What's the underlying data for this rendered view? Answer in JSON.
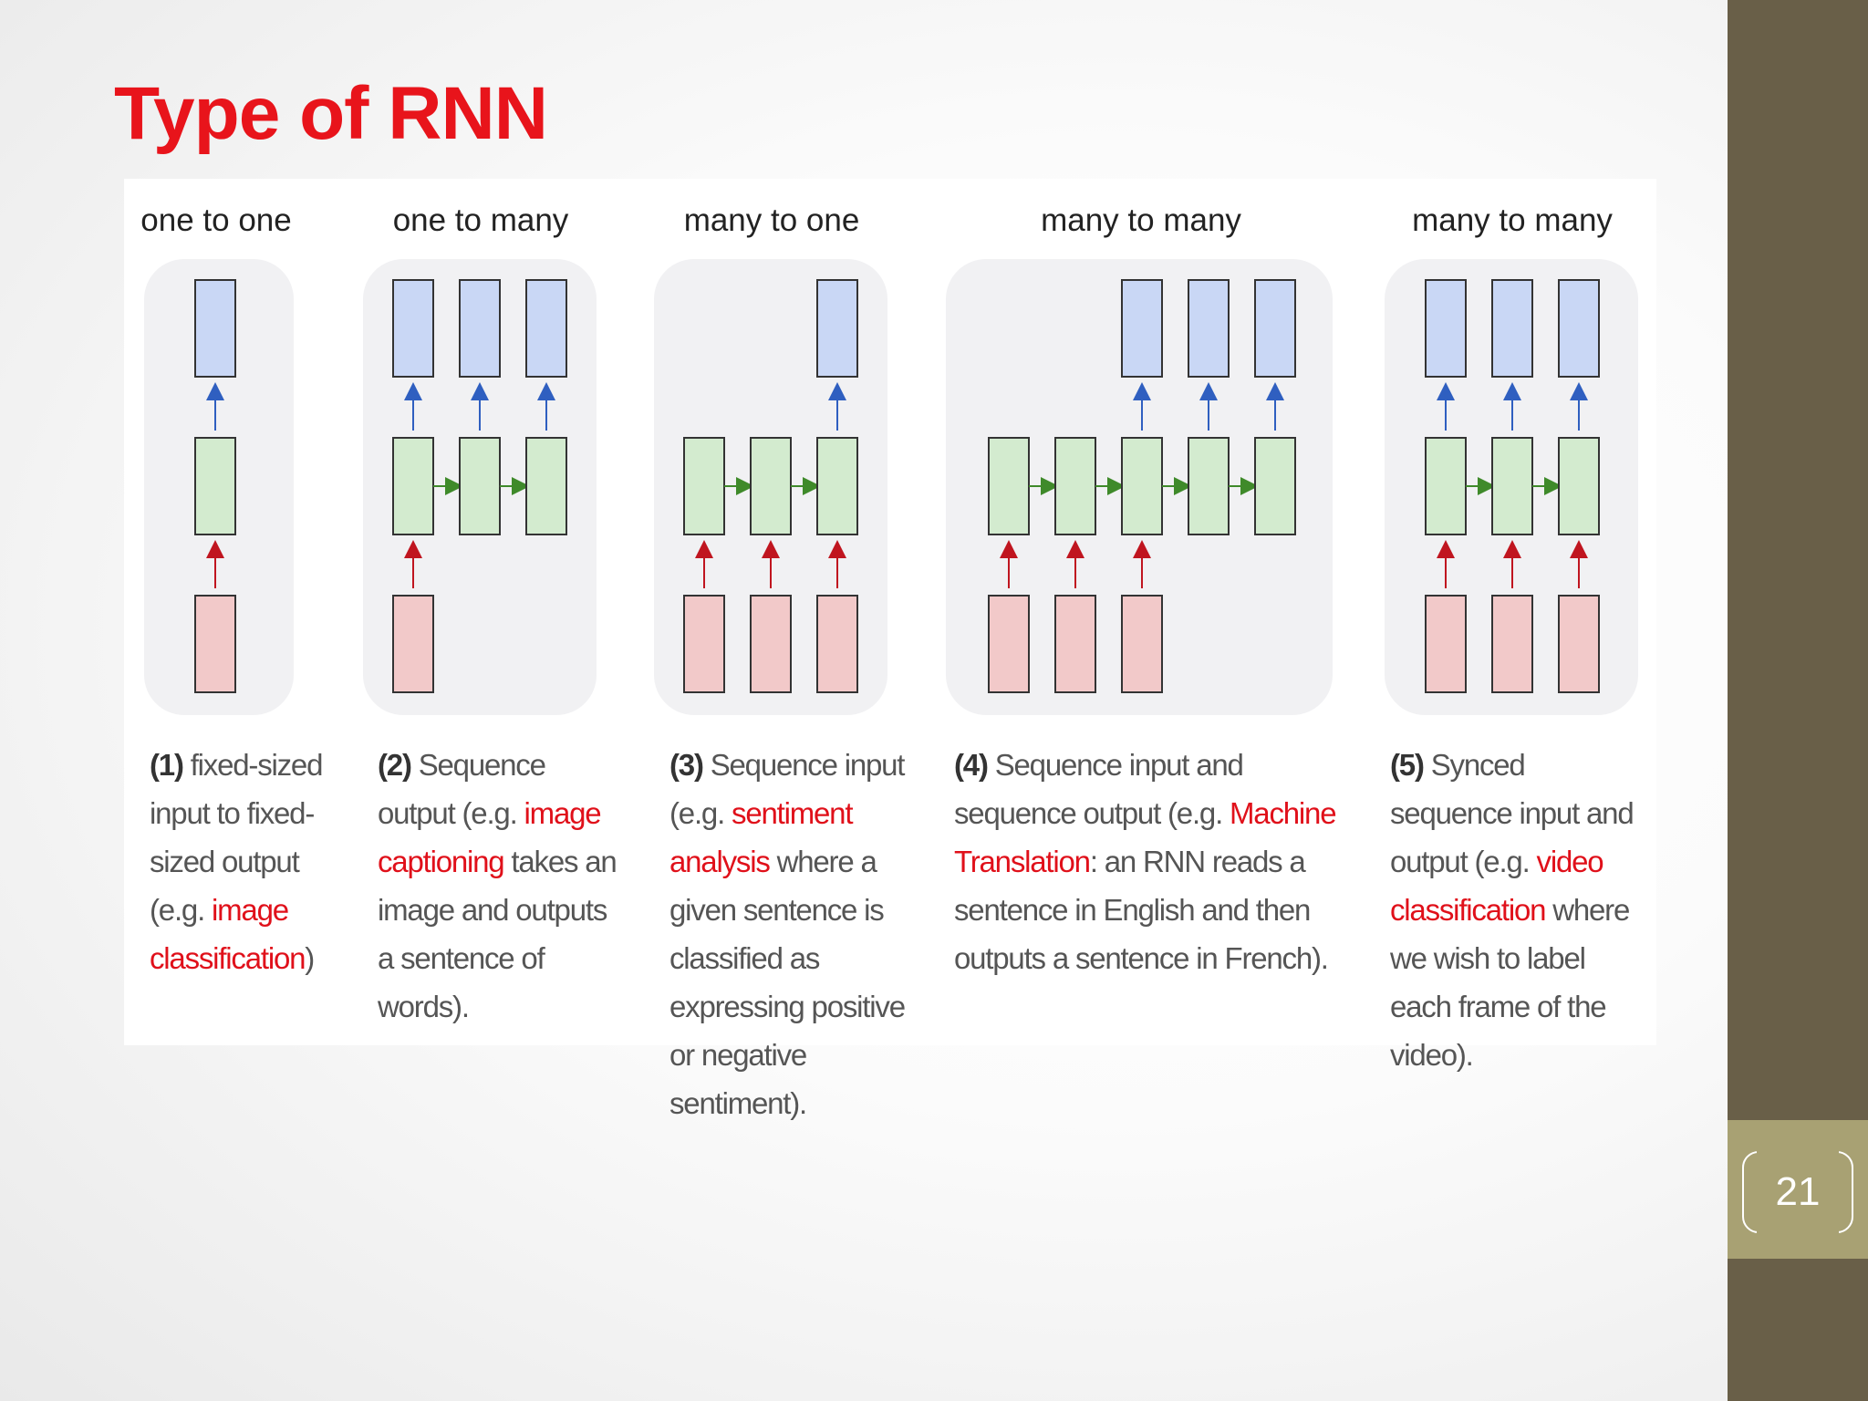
{
  "slide": {
    "title": "Type of RNN",
    "page_number": "21"
  },
  "panels": [
    {
      "title": "one to one",
      "caption": {
        "number": "(1)",
        "parts": [
          "fixed-sized input to fixed-sized output (e.g. ",
          "image classification",
          ")"
        ]
      }
    },
    {
      "title": "one to many",
      "caption": {
        "number": "(2)",
        "parts": [
          "Sequence output (e.g. ",
          "image captioning",
          " takes an image and outputs a sentence of words)."
        ]
      }
    },
    {
      "title": "many to one",
      "caption": {
        "number": "(3)",
        "parts": [
          "Sequence input (e.g. ",
          "sentiment analysis",
          " where a given sentence is classified as expressing positive or negative sentiment)."
        ]
      }
    },
    {
      "title": "many to many",
      "caption": {
        "number": "(4)",
        "parts": [
          "Sequence input and sequence output (e.g. ",
          "Machine Translation",
          ": an RNN reads a sentence in English and then outputs a sentence in French)."
        ]
      }
    },
    {
      "title": "many to many",
      "caption": {
        "number": "(5)",
        "parts": [
          "Synced sequence input and output (e.g. ",
          "video classification",
          " where we wish to label each frame of the video)."
        ]
      }
    }
  ],
  "colors": {
    "title": "#e8141b",
    "input_box": "#f2c9c9",
    "hidden_box": "#d3ebcf",
    "output_box": "#c9d7f5",
    "input_arrow": "#c0151f",
    "hidden_arrow": "#3f8a2a",
    "output_arrow": "#2f5fc0",
    "highlight_text": "#e0101a",
    "sidebar": "#695f48",
    "page_tab": "#a8a173"
  }
}
